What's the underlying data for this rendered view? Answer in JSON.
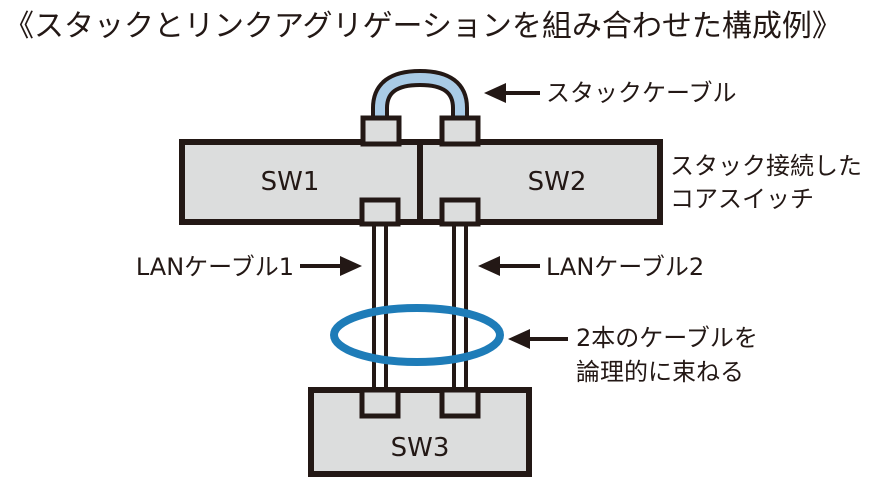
{
  "title": "《スタックとリンクアグリゲーションを組み合わせた構成例》",
  "switches": {
    "sw1": "SW1",
    "sw2": "SW2",
    "sw3": "SW3"
  },
  "labels": {
    "stack_cable": "スタックケーブル",
    "core_switch_line1": "スタック接続した",
    "core_switch_line2": "コアスイッチ",
    "lan_cable_1": "LANケーブル1",
    "lan_cable_2": "LANケーブル2",
    "bundle_line1": "2本のケーブルを",
    "bundle_line2": "論理的に束ねる"
  },
  "colors": {
    "outline": "#231815",
    "switch_fill": "#dcdddd",
    "port_fill": "#dcdddd",
    "stack_cable": "#a9cbe6",
    "lan_cable_fill": "#ffffff",
    "bundle_ring": "#1e7cb8",
    "arrow": "#231815"
  }
}
